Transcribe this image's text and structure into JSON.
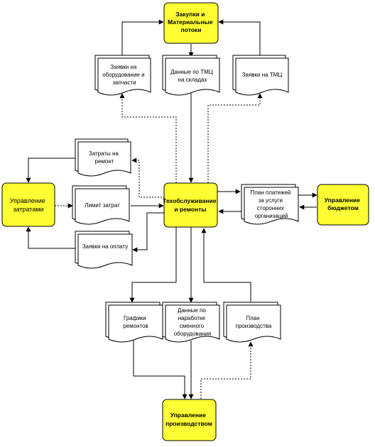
{
  "colors": {
    "process_fill": "#ffff33",
    "document_fill": "#ffffff",
    "line": "#000000"
  },
  "nodes": {
    "procurement": [
      "Закупки и",
      "Материальные",
      "потоки"
    ],
    "maintenance": [
      "Техобслуживание",
      "и ремонты"
    ],
    "cost_management": [
      "Управление",
      "затратами"
    ],
    "budget_management": [
      "Управление",
      "бюджетом"
    ],
    "production_management": [
      "Управление",
      "производством"
    ]
  },
  "documents": {
    "equipment_requests": [
      "Заявки на",
      "оборудование и",
      "запчасти"
    ],
    "inventory_data": [
      "Данные по ТМЦ",
      "на складах"
    ],
    "tmc_requests": [
      "Заявки на ТМЦ"
    ],
    "repair_costs": [
      "Затраты на",
      "ремонт"
    ],
    "cost_limit": [
      "Лимит затрат"
    ],
    "payment_requests": [
      "Заявки на оплату"
    ],
    "payment_plan": [
      "План платежей",
      "за услуги",
      "сторонних",
      "организаций"
    ],
    "repair_schedules": [
      "Графики",
      "ремонтов"
    ],
    "shift_hours": [
      "Данные по",
      "наработке",
      "сменного",
      "оборудования"
    ],
    "production_plan": [
      "План",
      "производства"
    ]
  }
}
